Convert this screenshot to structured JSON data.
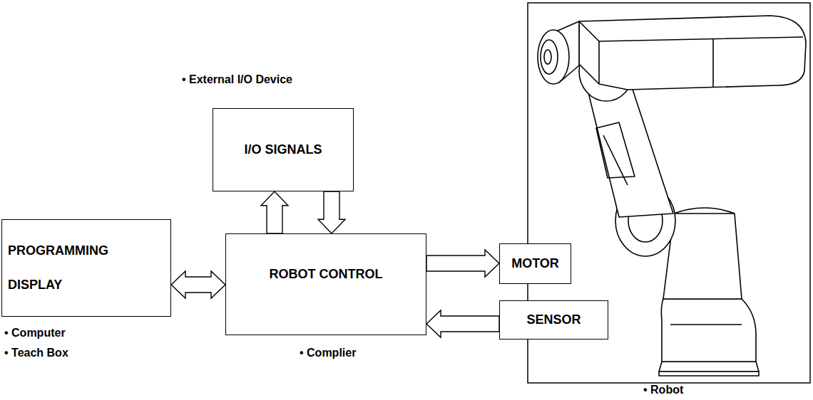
{
  "diagram": {
    "nodes": [
      {
        "text": [
          "I/O SIGNALS"
        ]
      },
      {
        "text": [
          "PROGRAMMING DISPLAY"
        ]
      },
      {
        "text": [
          "ROBOT CONTROL"
        ]
      },
      {
        "text": [
          "MOTOR"
        ]
      },
      {
        "text": [
          "SENSOR"
        ]
      }
    ],
    "edges": [
      {
        "from": 2,
        "to": 0,
        "arrow": "to"
      },
      {
        "from": 0,
        "to": 2,
        "arrow": "to"
      },
      {
        "from": 1,
        "to": 2,
        "arrow": "both"
      },
      {
        "from": 2,
        "to": 3,
        "arrow": "to"
      },
      {
        "from": 4,
        "to": 2,
        "arrow": "to"
      }
    ],
    "labels": [
      "• External I/O Device",
      "• Computer",
      "• Teach Box",
      "• Complier",
      "• Robot"
    ]
  }
}
